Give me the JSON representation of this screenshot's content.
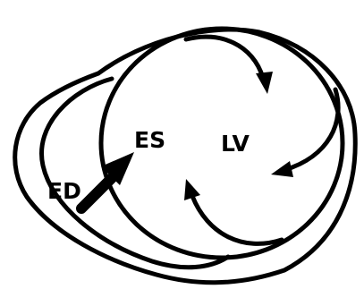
{
  "labels": {
    "end_diastole": "ED",
    "end_systole": "ES",
    "left_ventricle": "LV"
  },
  "colors": {
    "stroke": "#000000",
    "background": "#ffffff"
  }
}
